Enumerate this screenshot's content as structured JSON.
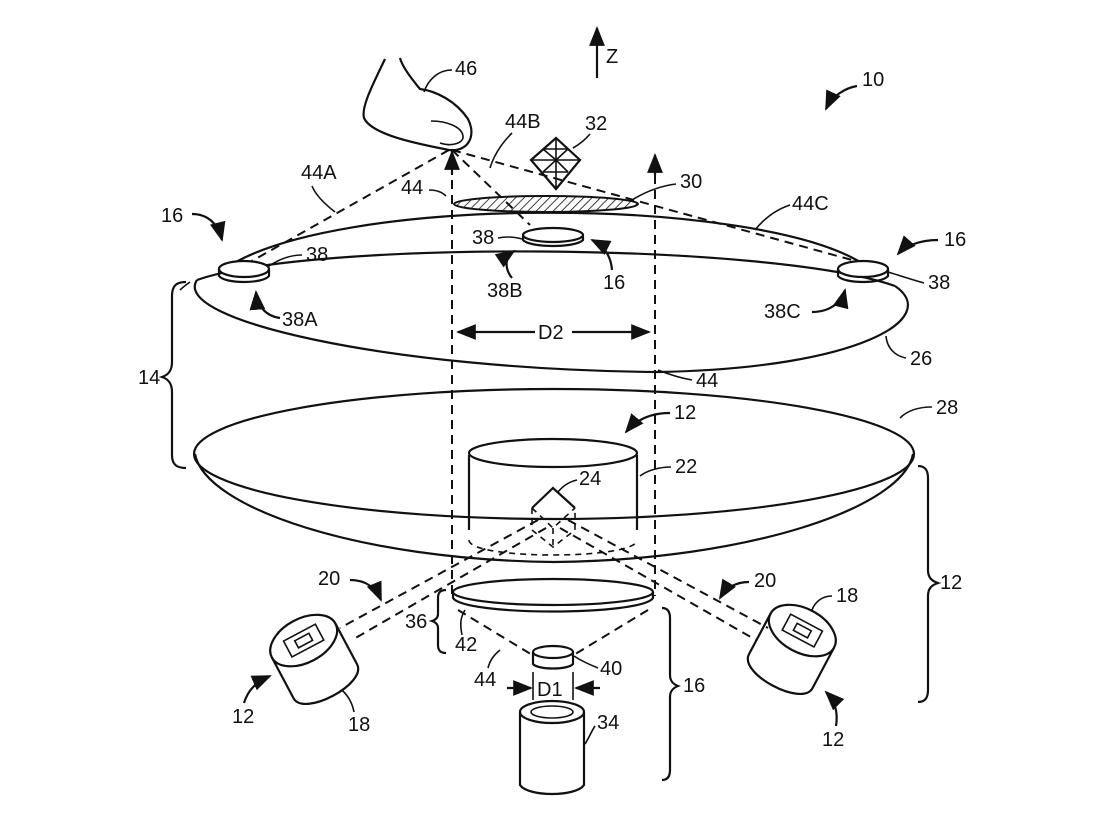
{
  "labels": {
    "z_axis": "Z",
    "n10": "10",
    "n46": "46",
    "n44B": "44B",
    "n32": "32",
    "n44A": "44A",
    "n30": "30",
    "n44_top": "44",
    "n44C": "44C",
    "n16_topleft": "16",
    "n16_topright": "16",
    "n38_center": "38",
    "n38_left": "38",
    "n38_right": "38",
    "n38B": "38B",
    "n16_center": "16",
    "n38A": "38A",
    "n38C": "38C",
    "d2": "D2",
    "n26": "26",
    "n14": "14",
    "n44_mid": "44",
    "n12_top": "12",
    "n28": "28",
    "n24": "24",
    "n22": "22",
    "n20_left": "20",
    "n20_right": "20",
    "n12_right_brace": "12",
    "n18_right_top": "18",
    "n36": "36",
    "n42": "42",
    "n40": "40",
    "n44_bottom": "44",
    "d1": "D1",
    "n16_bottom": "16",
    "n12_left": "12",
    "n18_left": "18",
    "n34": "34",
    "n12_bottom_right": "12"
  }
}
